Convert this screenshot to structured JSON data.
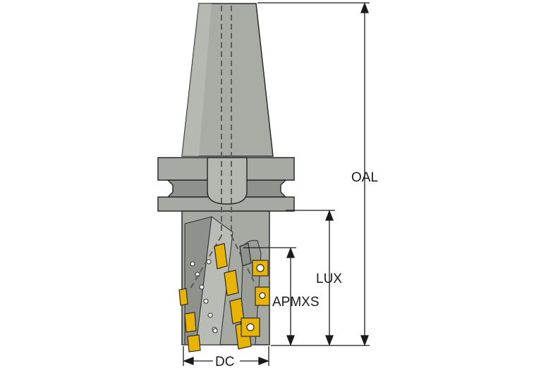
{
  "diagram": {
    "dimensions": {
      "oal": "OAL",
      "lux": "LUX",
      "apmxs": "APMXS",
      "dc": "DC"
    },
    "colors": {
      "body": "#a7aaa3",
      "body_shade": "#8f928c",
      "body_highlight": "#bfc2bb",
      "outline": "#2b2b2b",
      "insert": "#e8b400",
      "insert_dark": "#8a6a00",
      "dimension_line": "#1a1a1a"
    }
  }
}
